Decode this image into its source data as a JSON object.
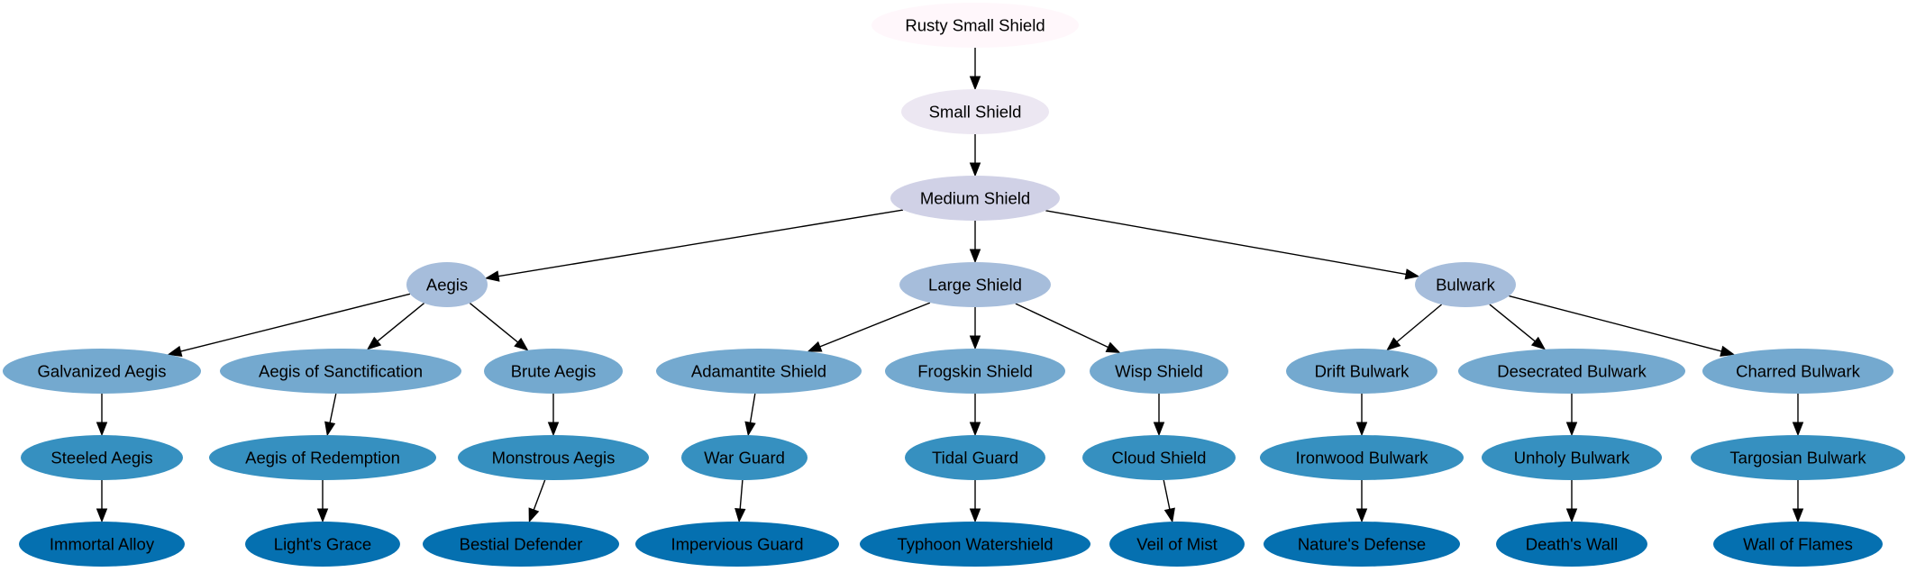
{
  "diagram": {
    "colors": {
      "tier1": "#fff7fb",
      "tier2": "#ece7f2",
      "tier3": "#d0d1e6",
      "tier4": "#a6bddb",
      "tier5": "#74a9cf",
      "tier6": "#3690c0",
      "tier7": "#0570b0",
      "text": "#000000",
      "edge": "#000000"
    },
    "nodes": [
      {
        "id": "rusty-small-shield",
        "label": "Rusty Small Shield",
        "tier": 1
      },
      {
        "id": "small-shield",
        "label": "Small Shield",
        "tier": 2
      },
      {
        "id": "medium-shield",
        "label": "Medium Shield",
        "tier": 3
      },
      {
        "id": "aegis",
        "label": "Aegis",
        "tier": 4
      },
      {
        "id": "large-shield",
        "label": "Large Shield",
        "tier": 4
      },
      {
        "id": "bulwark",
        "label": "Bulwark",
        "tier": 4
      },
      {
        "id": "galvanized-aegis",
        "label": "Galvanized Aegis",
        "tier": 5
      },
      {
        "id": "aegis-of-sanctification",
        "label": "Aegis of Sanctification",
        "tier": 5
      },
      {
        "id": "brute-aegis",
        "label": "Brute Aegis",
        "tier": 5
      },
      {
        "id": "adamantite-shield",
        "label": "Adamantite Shield",
        "tier": 5
      },
      {
        "id": "frogskin-shield",
        "label": "Frogskin Shield",
        "tier": 5
      },
      {
        "id": "wisp-shield",
        "label": "Wisp Shield",
        "tier": 5
      },
      {
        "id": "drift-bulwark",
        "label": "Drift Bulwark",
        "tier": 5
      },
      {
        "id": "desecrated-bulwark",
        "label": "Desecrated Bulwark",
        "tier": 5
      },
      {
        "id": "charred-bulwark",
        "label": "Charred Bulwark",
        "tier": 5
      },
      {
        "id": "steeled-aegis",
        "label": "Steeled Aegis",
        "tier": 6
      },
      {
        "id": "aegis-of-redemption",
        "label": "Aegis of Redemption",
        "tier": 6
      },
      {
        "id": "monstrous-aegis",
        "label": "Monstrous Aegis",
        "tier": 6
      },
      {
        "id": "war-guard",
        "label": "War Guard",
        "tier": 6
      },
      {
        "id": "tidal-guard",
        "label": "Tidal Guard",
        "tier": 6
      },
      {
        "id": "cloud-shield",
        "label": "Cloud Shield",
        "tier": 6
      },
      {
        "id": "ironwood-bulwark",
        "label": "Ironwood Bulwark",
        "tier": 6
      },
      {
        "id": "unholy-bulwark",
        "label": "Unholy Bulwark",
        "tier": 6
      },
      {
        "id": "targosian-bulwark",
        "label": "Targosian  Bulwark",
        "tier": 6
      },
      {
        "id": "immortal-alloy",
        "label": "Immortal Alloy",
        "tier": 7
      },
      {
        "id": "lights-grace",
        "label": "Light's Grace",
        "tier": 7
      },
      {
        "id": "bestial-defender",
        "label": "Bestial Defender",
        "tier": 7
      },
      {
        "id": "impervious-guard",
        "label": "Impervious Guard",
        "tier": 7
      },
      {
        "id": "typhoon-watershield",
        "label": "Typhoon Watershield",
        "tier": 7
      },
      {
        "id": "veil-of-mist",
        "label": "Veil of Mist",
        "tier": 7
      },
      {
        "id": "natures-defense",
        "label": "Nature's Defense",
        "tier": 7
      },
      {
        "id": "deaths-wall",
        "label": "Death's Wall",
        "tier": 7
      },
      {
        "id": "wall-of-flames",
        "label": "Wall of Flames",
        "tier": 7
      }
    ],
    "edges": [
      [
        "rusty-small-shield",
        "small-shield"
      ],
      [
        "small-shield",
        "medium-shield"
      ],
      [
        "medium-shield",
        "aegis"
      ],
      [
        "medium-shield",
        "large-shield"
      ],
      [
        "medium-shield",
        "bulwark"
      ],
      [
        "aegis",
        "galvanized-aegis"
      ],
      [
        "aegis",
        "aegis-of-sanctification"
      ],
      [
        "aegis",
        "brute-aegis"
      ],
      [
        "large-shield",
        "adamantite-shield"
      ],
      [
        "large-shield",
        "frogskin-shield"
      ],
      [
        "large-shield",
        "wisp-shield"
      ],
      [
        "bulwark",
        "drift-bulwark"
      ],
      [
        "bulwark",
        "desecrated-bulwark"
      ],
      [
        "bulwark",
        "charred-bulwark"
      ],
      [
        "galvanized-aegis",
        "steeled-aegis"
      ],
      [
        "aegis-of-sanctification",
        "aegis-of-redemption"
      ],
      [
        "brute-aegis",
        "monstrous-aegis"
      ],
      [
        "adamantite-shield",
        "war-guard"
      ],
      [
        "frogskin-shield",
        "tidal-guard"
      ],
      [
        "wisp-shield",
        "cloud-shield"
      ],
      [
        "drift-bulwark",
        "ironwood-bulwark"
      ],
      [
        "desecrated-bulwark",
        "unholy-bulwark"
      ],
      [
        "charred-bulwark",
        "targosian-bulwark"
      ],
      [
        "steeled-aegis",
        "immortal-alloy"
      ],
      [
        "aegis-of-redemption",
        "lights-grace"
      ],
      [
        "monstrous-aegis",
        "bestial-defender"
      ],
      [
        "war-guard",
        "impervious-guard"
      ],
      [
        "tidal-guard",
        "typhoon-watershield"
      ],
      [
        "cloud-shield",
        "veil-of-mist"
      ],
      [
        "ironwood-bulwark",
        "natures-defense"
      ],
      [
        "unholy-bulwark",
        "deaths-wall"
      ],
      [
        "targosian-bulwark",
        "wall-of-flames"
      ]
    ]
  }
}
